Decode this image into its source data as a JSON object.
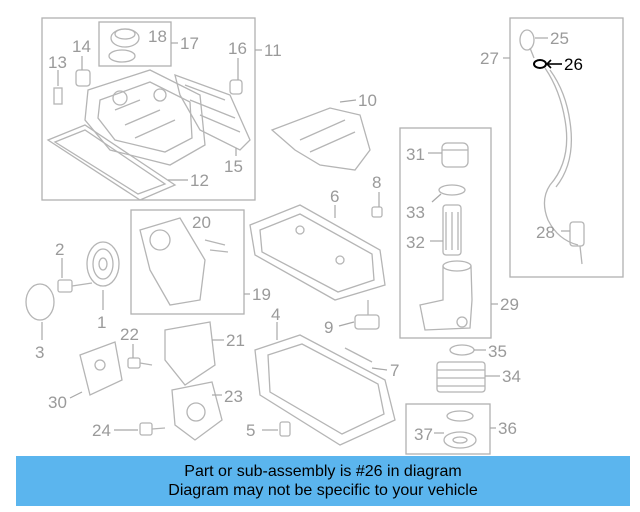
{
  "diagram": {
    "highlight_part": "26",
    "labels": {
      "l1": "1",
      "l2": "2",
      "l3": "3",
      "l4": "4",
      "l5": "5",
      "l6": "6",
      "l7": "7",
      "l8": "8",
      "l9": "9",
      "l10": "10",
      "l11": "11",
      "l12": "12",
      "l13": "13",
      "l14": "14",
      "l15": "15",
      "l16": "16",
      "l17": "17",
      "l18": "18",
      "l19": "19",
      "l20": "20",
      "l21": "21",
      "l22": "22",
      "l23": "23",
      "l24": "24",
      "l25": "25",
      "l26": "26",
      "l27": "27",
      "l28": "28",
      "l29": "29",
      "l30": "30",
      "l31": "31",
      "l32": "32",
      "l33": "33",
      "l34": "34",
      "l35": "35",
      "l36": "36",
      "l37": "37"
    }
  },
  "caption": {
    "line1": "Part or sub-assembly is #26 in diagram",
    "line2": "Diagram may not be specific to your vehicle"
  },
  "colors": {
    "caption_bg": "#5bb5ee",
    "part_line": "#b5b5b5",
    "highlight": "#000000"
  }
}
